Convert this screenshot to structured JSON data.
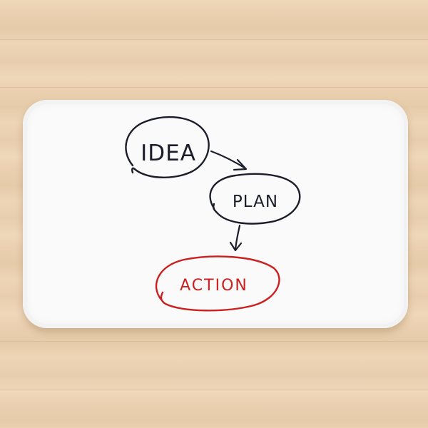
{
  "diagram": {
    "nodes": [
      {
        "id": "idea",
        "label": "IDEA",
        "color": "#1c1d2a"
      },
      {
        "id": "plan",
        "label": "PLAN",
        "color": "#1c1d2a"
      },
      {
        "id": "action",
        "label": "ACTION",
        "color": "#cc1f1f"
      }
    ],
    "edges": [
      {
        "from": "idea",
        "to": "plan"
      },
      {
        "from": "plan",
        "to": "action"
      }
    ]
  },
  "colors": {
    "floor": "#ecd3b4",
    "mat": "#fafafa",
    "ink": "#1c1d2a",
    "accent": "#cc1f1f"
  }
}
